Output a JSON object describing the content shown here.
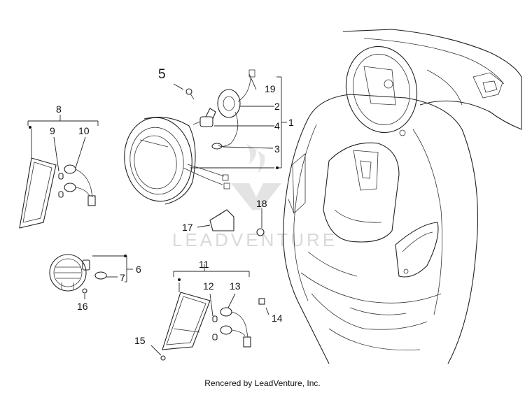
{
  "callouts": {
    "c1": "1",
    "c2": "2",
    "c3": "3",
    "c4": "4",
    "c5": "5",
    "c6": "6",
    "c7": "7",
    "c8": "8",
    "c9": "9",
    "c10": "10",
    "c11": "11",
    "c12": "12",
    "c13": "13",
    "c14": "14",
    "c15": "15",
    "c16": "16",
    "c17": "17",
    "c18": "18",
    "c19": "19"
  },
  "watermark": "LEADVENTURE",
  "footer": "Rencered by LeadVenture, Inc."
}
